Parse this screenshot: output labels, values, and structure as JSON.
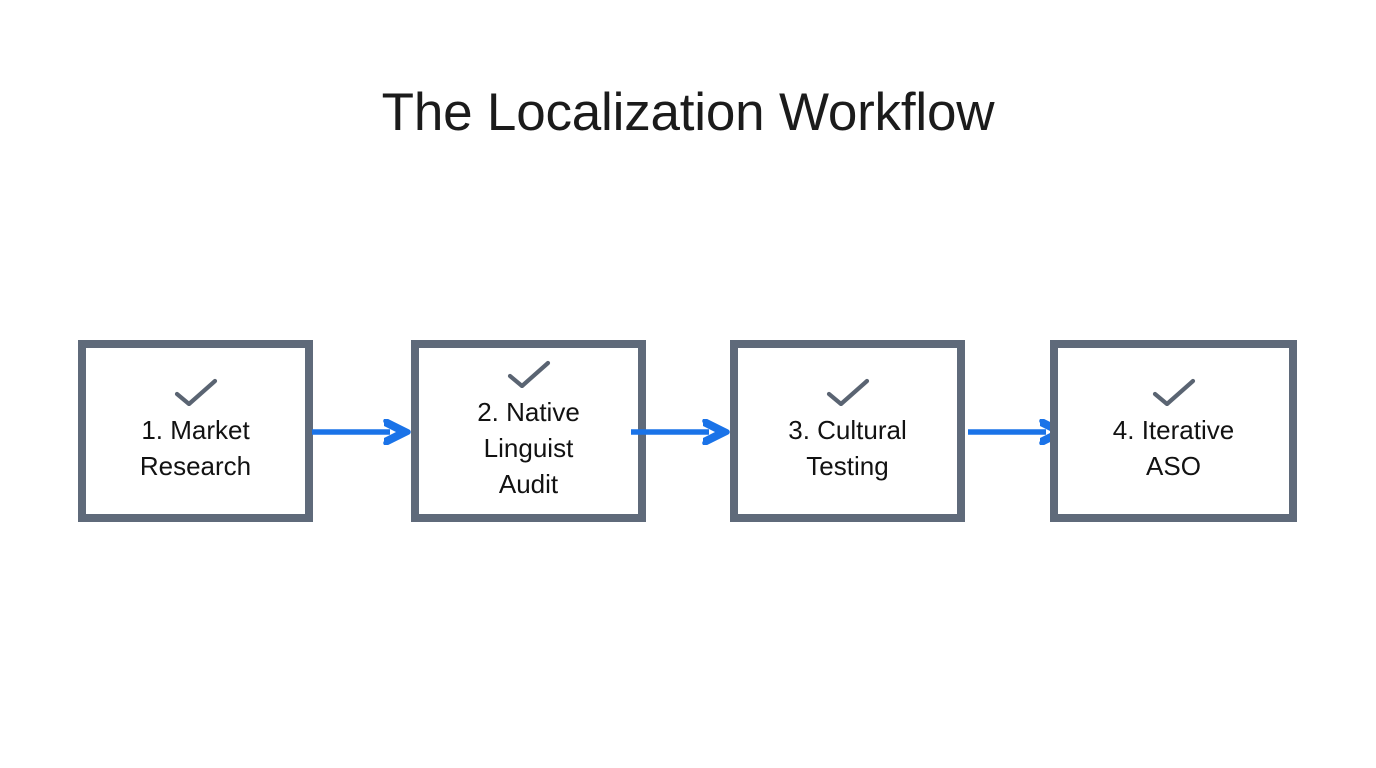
{
  "slide": {
    "title": "The Localization Workflow",
    "background_color": "#ffffff",
    "title_color": "#1b1b1b"
  },
  "theme": {
    "box_border_color": "#5f6a7a",
    "box_fill_color": "#ffffff",
    "check_icon_color": "#5a6472",
    "arrow_color": "#1a73e8",
    "step_text_color": "#121212"
  },
  "flow": {
    "steps": [
      {
        "index": "1",
        "label": "1. Market\nResearch",
        "icon": "check-icon"
      },
      {
        "index": "2",
        "label": "2. Native\nLinguist\nAudit",
        "icon": "check-icon"
      },
      {
        "index": "3",
        "label": "3. Cultural\nTesting",
        "icon": "check-icon"
      },
      {
        "index": "4",
        "label": "4. Iterative\nASO",
        "icon": "check-icon"
      }
    ],
    "connectors": [
      {
        "from": "1",
        "to": "2",
        "icon": "arrow-right-icon"
      },
      {
        "from": "2",
        "to": "3",
        "icon": "arrow-right-icon"
      },
      {
        "from": "3",
        "to": "4",
        "icon": "arrow-right-icon"
      }
    ]
  }
}
